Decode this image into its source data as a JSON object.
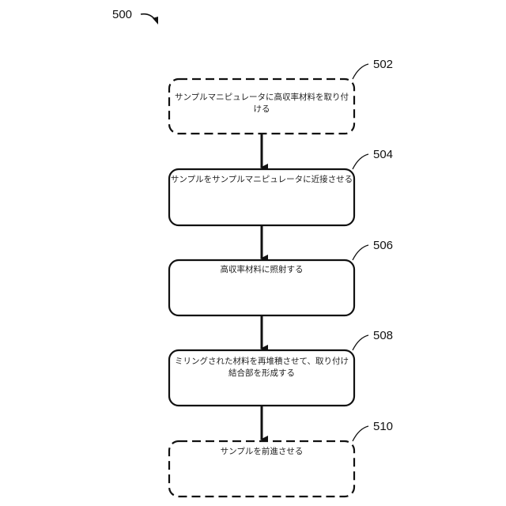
{
  "figure": {
    "number": "500"
  },
  "steps": [
    {
      "ref": "502",
      "lines": [
        "サンプルマニピュレータに高収率材料を取り付",
        "ける"
      ],
      "border": "dashed"
    },
    {
      "ref": "504",
      "lines": [
        "サンプルをサンプルマニピュレータに近接させる"
      ],
      "border": "solid"
    },
    {
      "ref": "506",
      "lines": [
        "高収率材料に照射する"
      ],
      "border": "solid"
    },
    {
      "ref": "508",
      "lines": [
        "ミリングされた材料を再堆積させて、取り付け",
        "結合部を形成する"
      ],
      "border": "solid"
    },
    {
      "ref": "510",
      "lines": [
        "サンプルを前進させる"
      ],
      "border": "dashed"
    }
  ]
}
